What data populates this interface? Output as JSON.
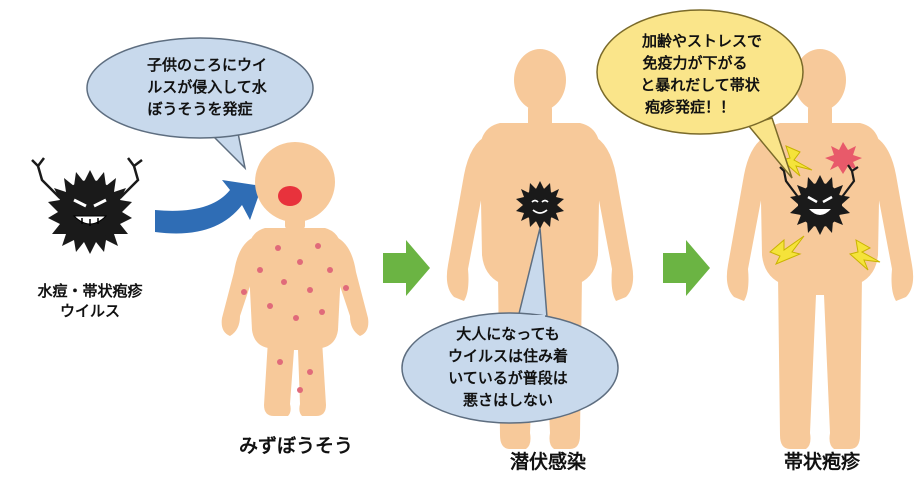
{
  "virus_label": {
    "line1": "水痘・帯状疱疹",
    "line2": "ウイルス"
  },
  "bubbles": {
    "childhood": [
      "子供のころにウイ",
      "ルスが侵入して水",
      "ぼうそうを発症"
    ],
    "latent": [
      "大人になっても",
      "ウイルスは住み着",
      "いているが普段は",
      "悪さはしない"
    ],
    "shingles": [
      "加齢やストレスで",
      "免疫力が下がる",
      "と暴れだして帯状",
      "疱疹発症！！"
    ]
  },
  "captions": {
    "stage1": "みずぼうそう",
    "stage2": "潜伏感染",
    "stage3": "帯状疱疹"
  },
  "colors": {
    "skin": "#F7C99A",
    "bubble_blue": "#C8D9EC",
    "bubble_yellow": "#FAE58A",
    "stage_arrow": "#6BB443",
    "infection_arrow": "#2F6DB5",
    "rash": "#E06A7A",
    "virus": "#1A1A1A",
    "lightning": "#F5E33A",
    "pain_burst": "#E85A6A"
  }
}
